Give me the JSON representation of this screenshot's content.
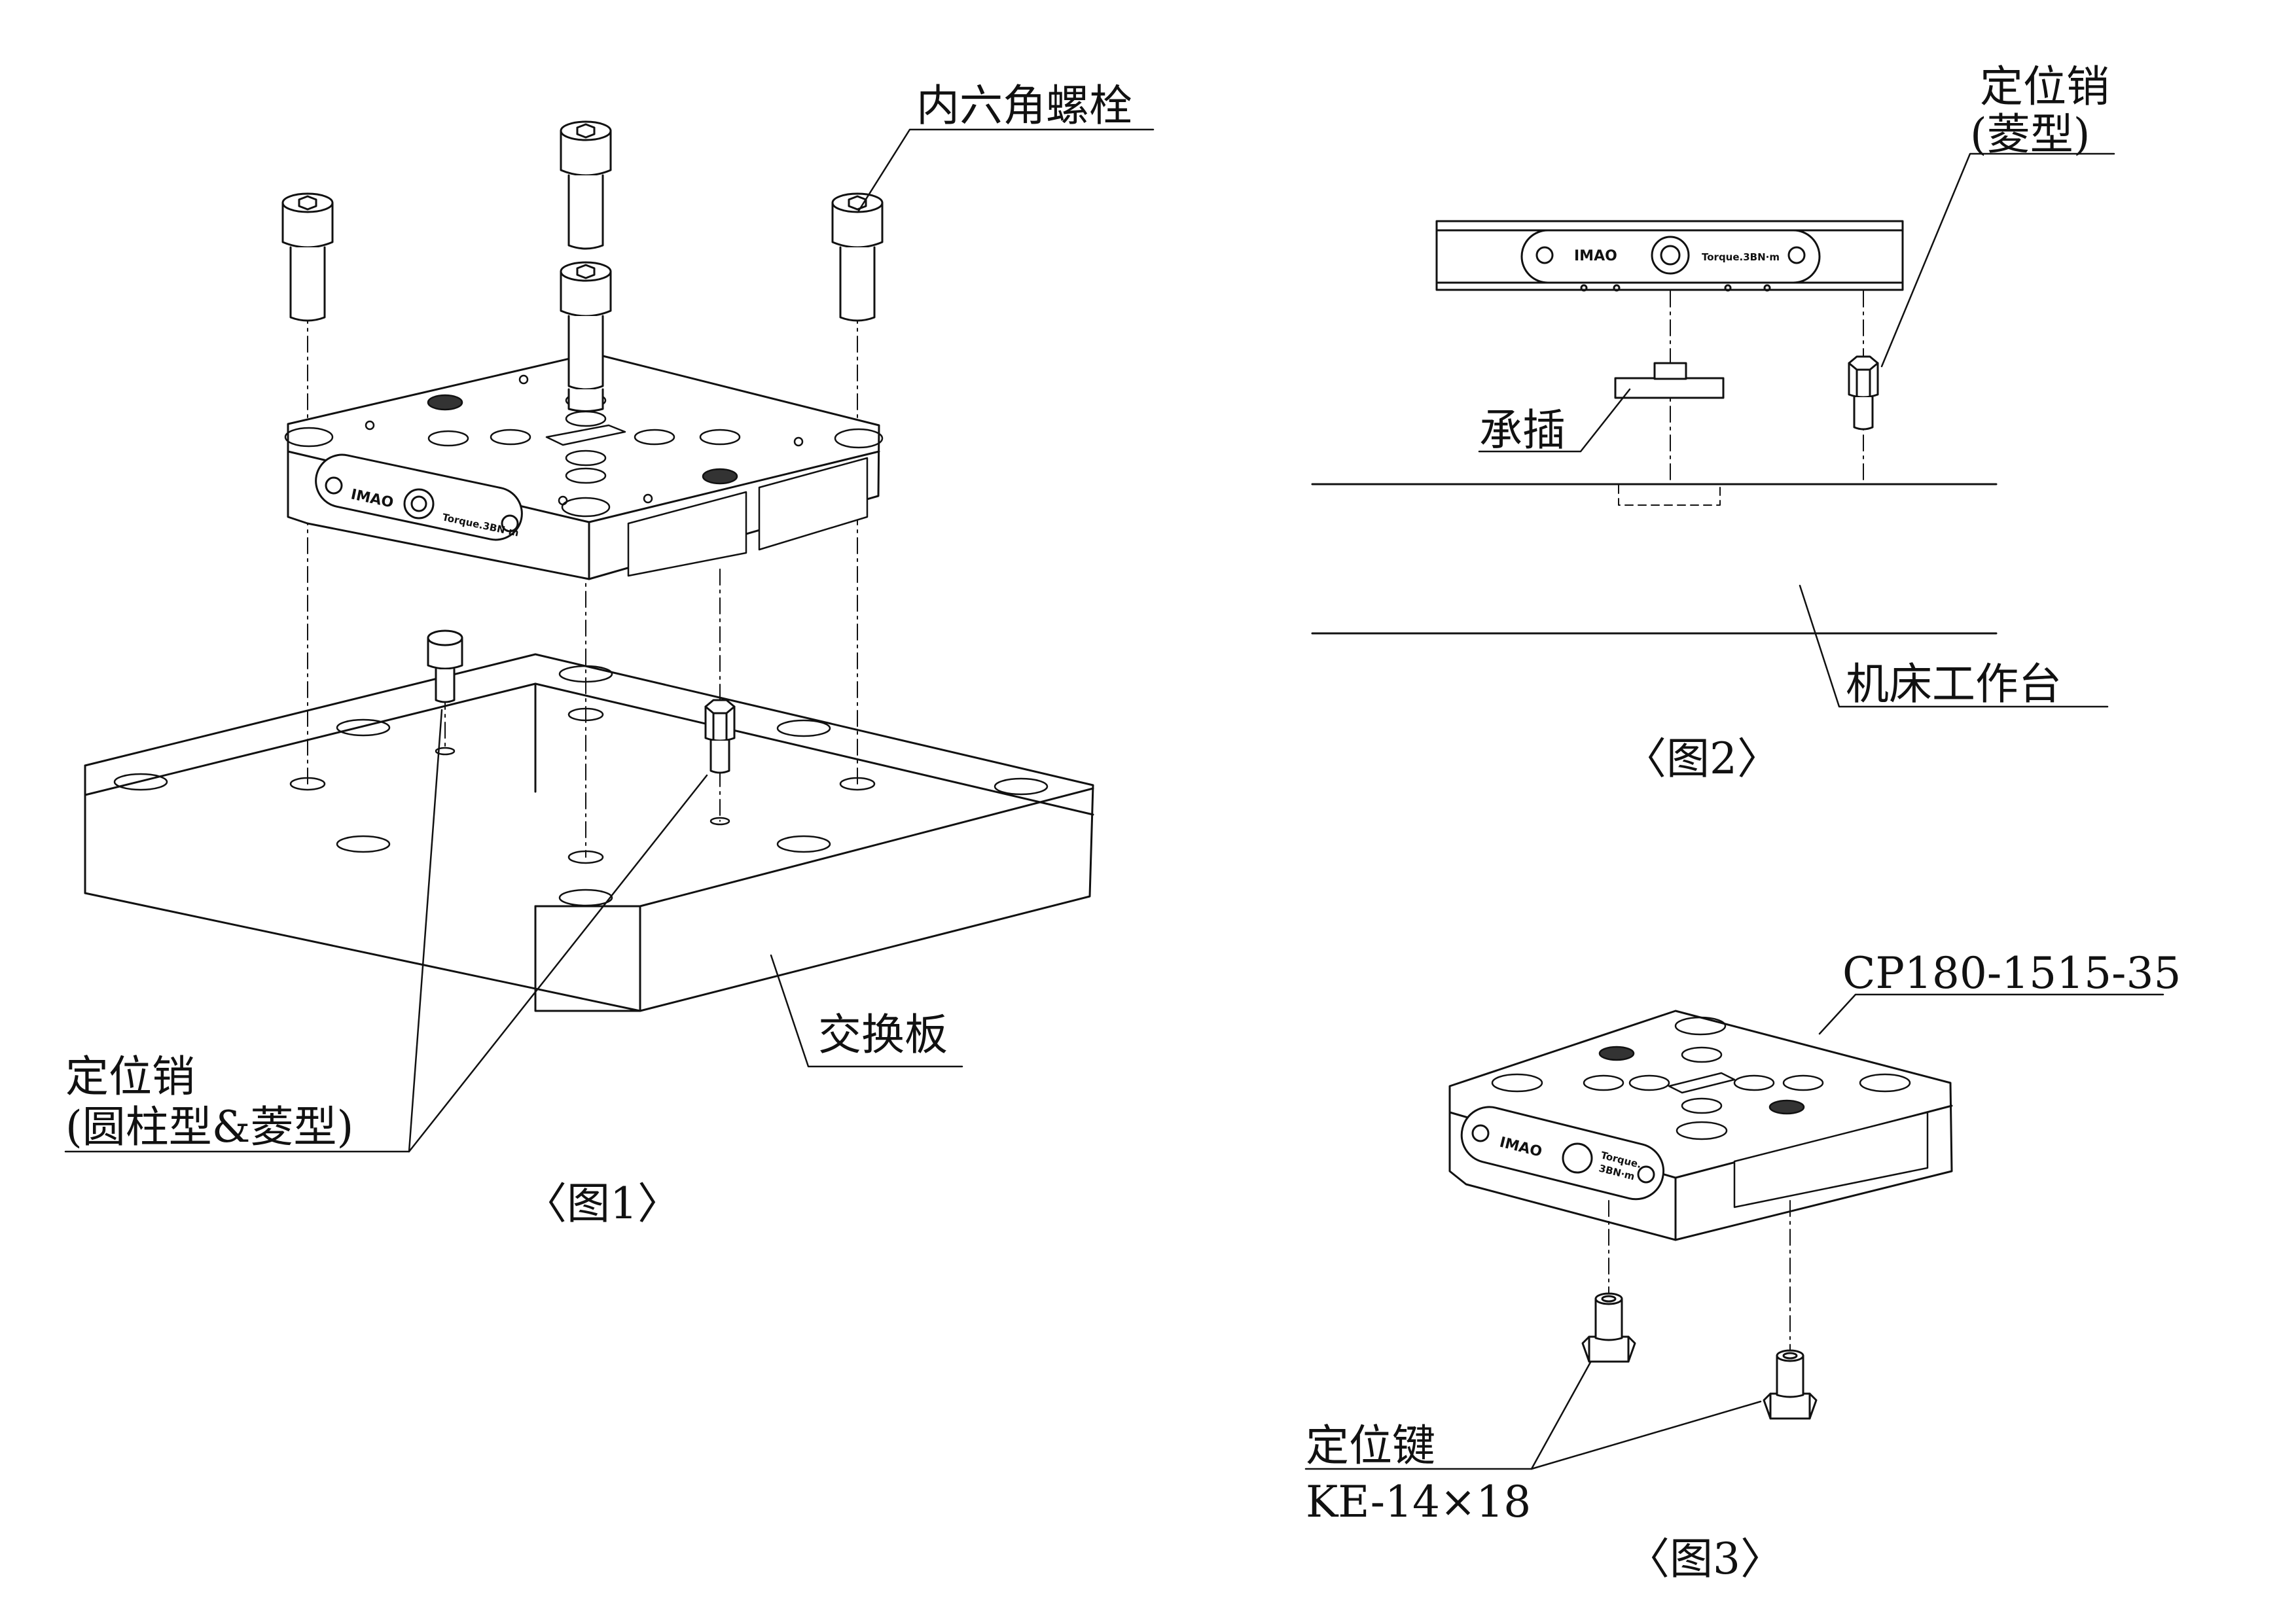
{
  "figure1": {
    "caption": "〈图1〉",
    "label_bolts": "内六角螺栓",
    "label_plate": "交换板",
    "label_pins_line1": "定位销",
    "label_pins_line2": "(圆柱型&菱型)",
    "logo": "IMAO",
    "torque_text": "Torque.3BN·m"
  },
  "figure2": {
    "caption": "〈图2〉",
    "label_pin_line1": "定位销",
    "label_pin_line2": "(菱型)",
    "label_socket": "承插",
    "label_table": "机床工作台",
    "logo": "IMAO",
    "torque_text": "Torque.3BN·m"
  },
  "figure3": {
    "caption": "〈图3〉",
    "label_model": "CP180-1515-35",
    "label_key_line1": "定位键",
    "label_key_line2": "KE-14×18",
    "logo": "IMAO",
    "torque_text_line1": "Torque.",
    "torque_text_line2": "3BN·m"
  }
}
